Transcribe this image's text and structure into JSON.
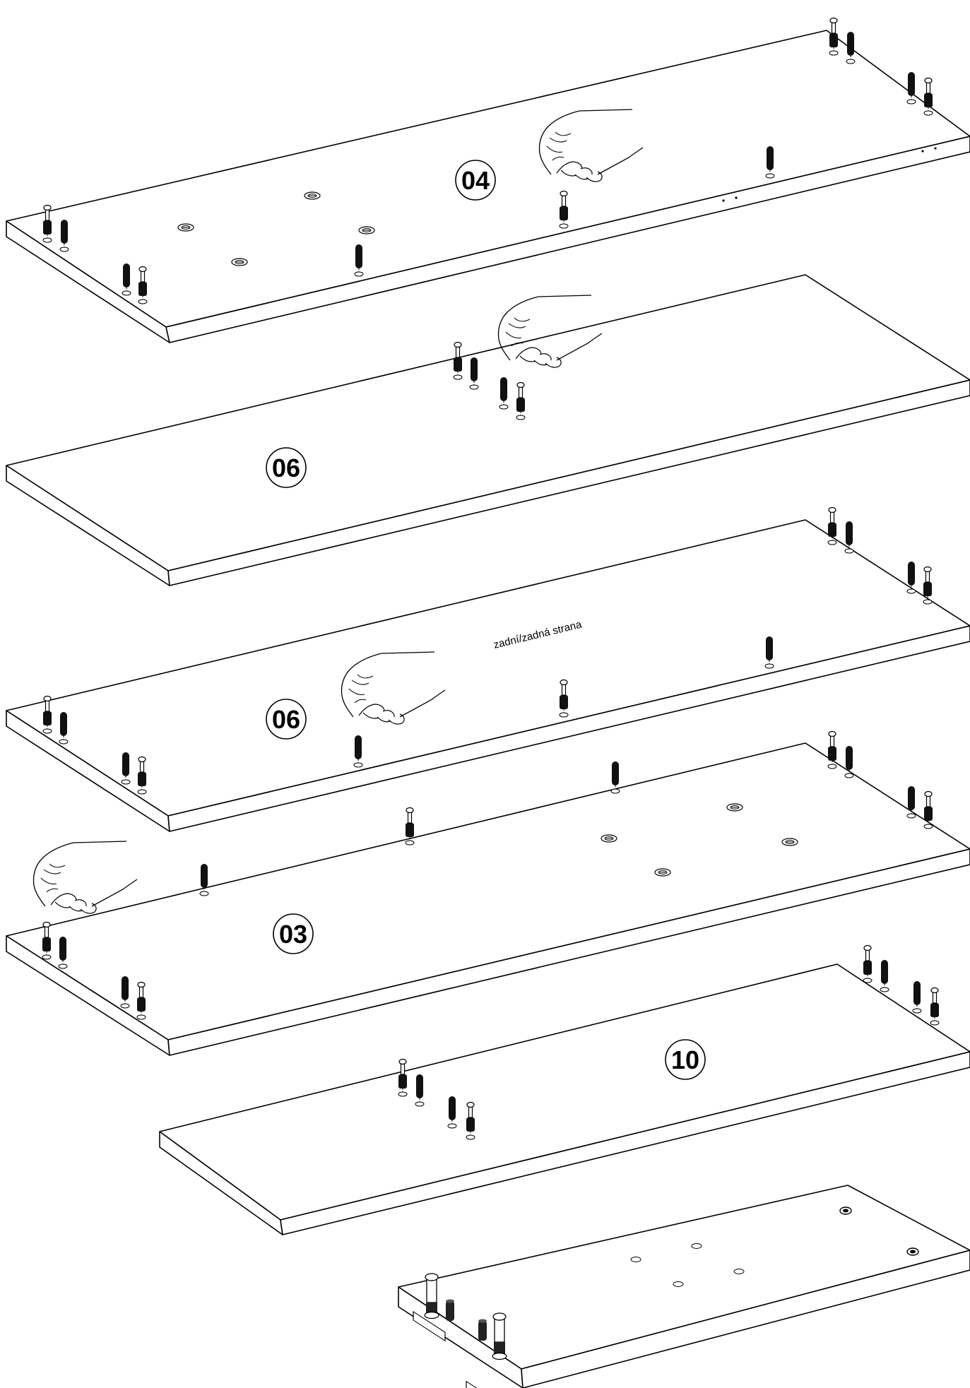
{
  "diagram": {
    "kind": "exploded furniture assembly step",
    "colors": {
      "ink": "#000000",
      "paper": "#ffffff"
    },
    "panels": [
      {
        "id": "panel-04",
        "part_number": "04",
        "note": ""
      },
      {
        "id": "panel-06-upper",
        "part_number": "06",
        "note": ""
      },
      {
        "id": "panel-06-lower",
        "part_number": "06",
        "note": "zadní/zadná strana"
      },
      {
        "id": "panel-03",
        "part_number": "03",
        "note": ""
      },
      {
        "id": "panel-10",
        "part_number": "10",
        "note": ""
      },
      {
        "id": "panel-base",
        "part_number": "",
        "note": ""
      }
    ],
    "hardware": [
      "cam-bolt",
      "wooden-dowel",
      "cam-lock-hole",
      "hand-pointer"
    ]
  }
}
